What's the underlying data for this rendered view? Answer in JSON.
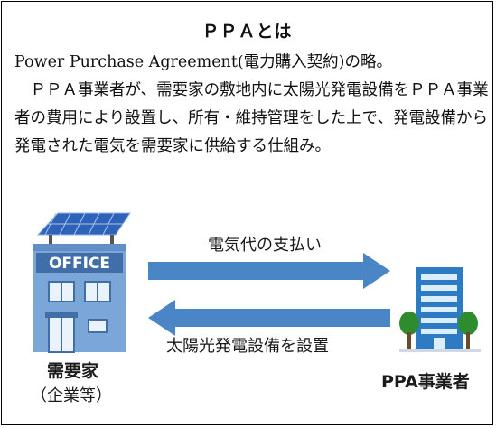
{
  "panel": {
    "title": "ＰＰＡとは",
    "description": "Power Purchase Agreement(電力購入契約)の略。\n　ＰＰＡ事業者が、需要家の敷地内に太陽光発電設備をＰＰＡ事業者の費用により設置し、所有・維持管理をした上で、発電設備から発電された電気を需要家に供給する仕組み。"
  },
  "diagram": {
    "office_sign": "OFFICE",
    "payment_label": "電気代の支払い",
    "install_label": "太陽光発電設備を設置",
    "customer_label": "需要家",
    "customer_sub_label": "（企業等）",
    "ppa_label": "PPA事業者",
    "colors": {
      "arrow": "#4a86c5",
      "office_body": "#6f9fd3",
      "office_sign": "#3f6ea8",
      "tree": "#2e8b2e",
      "building": "#2c7bc4"
    }
  }
}
